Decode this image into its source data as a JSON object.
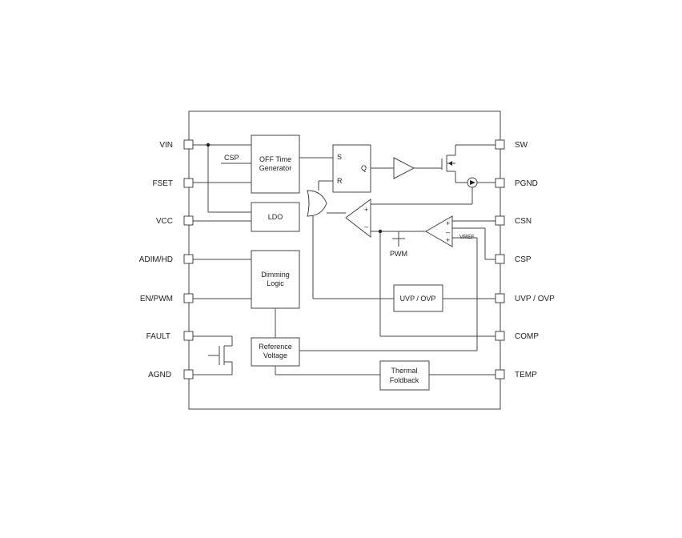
{
  "pins_left": [
    {
      "id": "vin",
      "label": "VIN"
    },
    {
      "id": "fset",
      "label": "FSET"
    },
    {
      "id": "vcc",
      "label": "VCC"
    },
    {
      "id": "adimhd",
      "label": "ADIM/HD"
    },
    {
      "id": "enpwm",
      "label": "EN/PWM"
    },
    {
      "id": "fault",
      "label": "FAULT"
    },
    {
      "id": "agnd",
      "label": "AGND"
    }
  ],
  "pins_right": [
    {
      "id": "sw",
      "label": "SW"
    },
    {
      "id": "pgnd",
      "label": "PGND"
    },
    {
      "id": "csn",
      "label": "CSN"
    },
    {
      "id": "csp",
      "label": "CSP"
    },
    {
      "id": "uvpovp",
      "label": "UVP / OVP"
    },
    {
      "id": "comp",
      "label": "COMP"
    },
    {
      "id": "temp",
      "label": "TEMP"
    }
  ],
  "blocks": {
    "off_time": {
      "line1": "OFF Time",
      "line2": "Generator"
    },
    "ldo": {
      "label": "LDO"
    },
    "dimming": {
      "line1": "Dimming",
      "line2": "Logic"
    },
    "reference": {
      "line1": "Reference",
      "line2": "Voltage"
    },
    "uvp_ovp": {
      "label": "UVP / OVP"
    },
    "thermal": {
      "line1": "Thermal",
      "line2": "Foldback"
    },
    "flipflop": {
      "s": "S",
      "r": "R",
      "q": "Q"
    }
  },
  "labels": {
    "csp_input": "CSP",
    "pwm": "PWM",
    "vref": "VREF",
    "plus": "+",
    "minus": "–"
  }
}
